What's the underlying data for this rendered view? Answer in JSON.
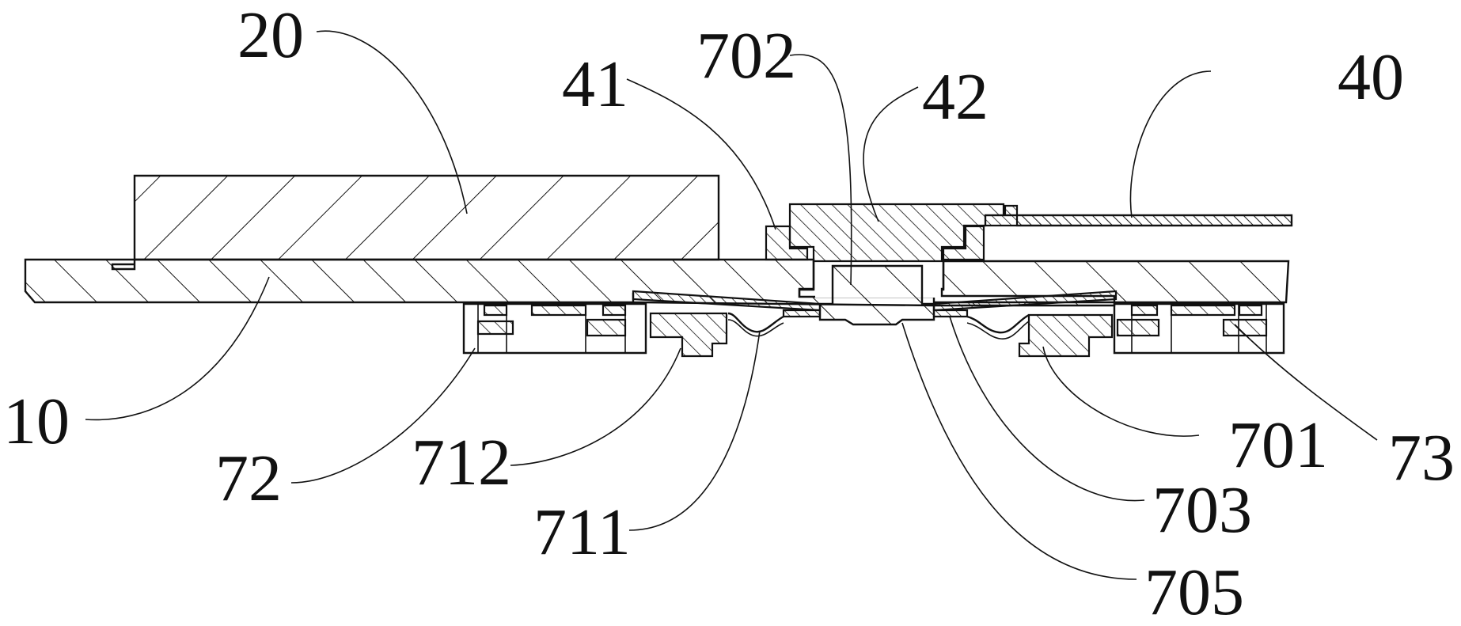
{
  "labels": {
    "l20": "20",
    "l41": "41",
    "l702": "702",
    "l42": "42",
    "l40": "40",
    "l10": "10",
    "l72": "72",
    "l712": "712",
    "l711": "711",
    "l701": "701",
    "l703": "703",
    "l705": "705",
    "l73": "73"
  }
}
